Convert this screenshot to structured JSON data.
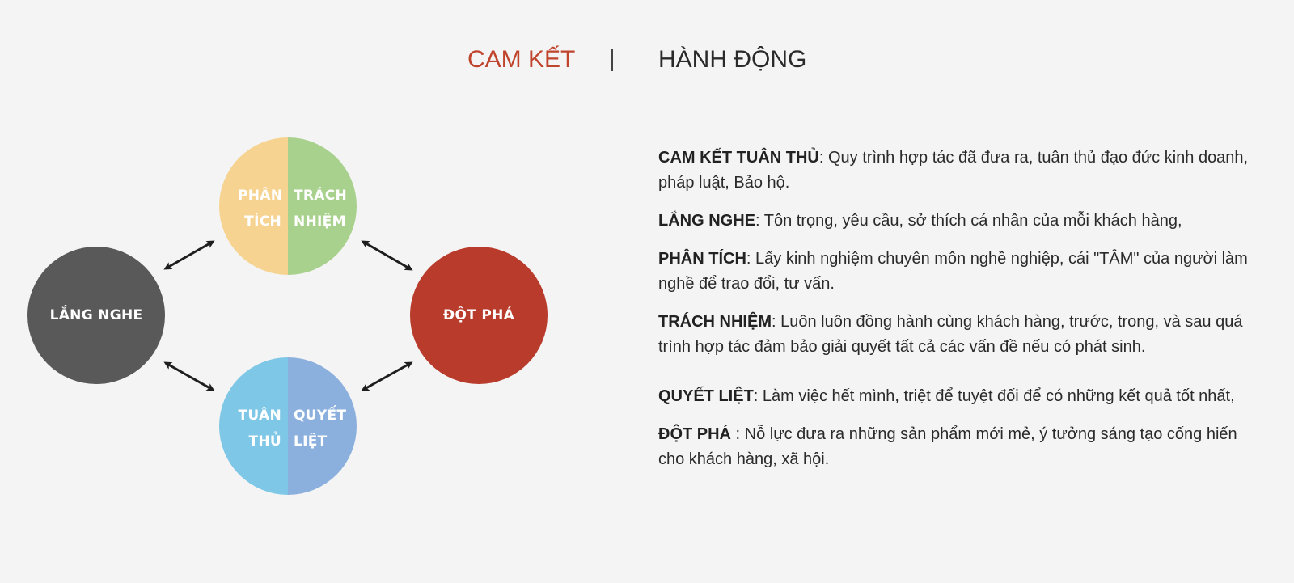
{
  "tabs": [
    {
      "label": "CAM KẾT",
      "active": true,
      "color": "#c0442c"
    },
    {
      "label": "HÀNH ĐỘNG",
      "active": false,
      "color": "#2a2a2a"
    }
  ],
  "tab_separator": "|",
  "diagram": {
    "nodes": {
      "top": {
        "left_label_line1": "PHÂN",
        "left_label_line2": "TÍCH",
        "right_label_line1": "TRÁCH",
        "right_label_line2": "NHIỆM",
        "left_color": "#f6d391",
        "right_color": "#a9d18e"
      },
      "left": {
        "label": "LẮNG NGHE",
        "color": "#595959"
      },
      "right": {
        "label": "ĐỘT PHÁ",
        "color": "#b83b2c"
      },
      "bottom": {
        "left_label_line1": "TUÂN",
        "left_label_line2": "THỦ",
        "right_label_line1": "QUYẾT",
        "right_label_line2": "LIỆT",
        "left_color": "#7fc7e6",
        "right_color": "#8bb0de"
      }
    },
    "arrows": [
      "left-top",
      "top-right",
      "left-bottom",
      "bottom-right"
    ]
  },
  "descriptions": [
    {
      "term": "CAM KẾT TUÂN THỦ",
      "sep": ": ",
      "text": "Quy trình hợp tác đã đưa ra, tuân thủ đạo đức kinh doanh, pháp luật, Bảo hộ."
    },
    {
      "term": "LẮNG NGHE",
      "sep": ": ",
      "text": "Tôn trọng, yêu cầu, sở thích cá nhân của mỗi khách hàng,"
    },
    {
      "term": "PHÂN TÍCH",
      "sep": ": ",
      "text": "Lấy kinh nghiệm chuyên môn nghề nghiệp, cái \"TÂM\" của người làm nghề để trao đổi, tư vấn."
    },
    {
      "term": "TRÁCH NHIỆM",
      "sep": ": ",
      "text": "Luôn luôn đồng hành cùng khách hàng, trước, trong, và sau quá trình hợp tác đảm bảo giải quyết tất cả các vấn đề nếu có phát sinh."
    },
    {
      "term": "QUYẾT LIỆT",
      "sep": ": ",
      "text": "Làm việc hết mình, triệt để tuyệt đối để có những kết quả tốt nhất,"
    },
    {
      "term": "ĐỘT PHÁ",
      "sep": " : ",
      "text": "Nỗ lực đưa ra những sản phẩm mới mẻ, ý tưởng sáng tạo cống hiến cho khách hàng, xã hội."
    }
  ]
}
